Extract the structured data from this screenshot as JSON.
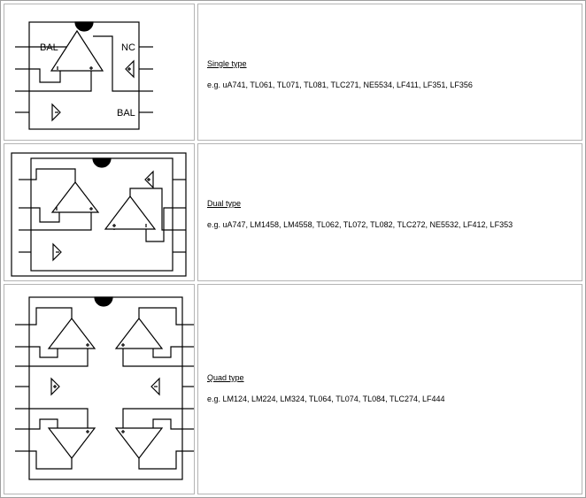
{
  "colors": {
    "line": "#000000",
    "cell_border": "#b4b4b4",
    "outer_border": "#a0a0a0"
  },
  "rows": [
    {
      "title": "Single type",
      "examples": "e.g. uA741, TL061, TL071, TL081, TLC271, NE5534, LF411, LF351, LF356",
      "pin_labels": {
        "bal_left": "BAL",
        "nc": "NC",
        "bal_right": "BAL"
      }
    },
    {
      "title": "Dual type",
      "examples": "e.g. uA747, LM1458, LM4558, TL062, TL072, TL082, TLC272, NE5532, LF412, LF353"
    },
    {
      "title": "Quad type",
      "examples": "e.g. LM124, LM224, LM324, TL064, TL074, TL084, TLC274, LF444"
    }
  ]
}
